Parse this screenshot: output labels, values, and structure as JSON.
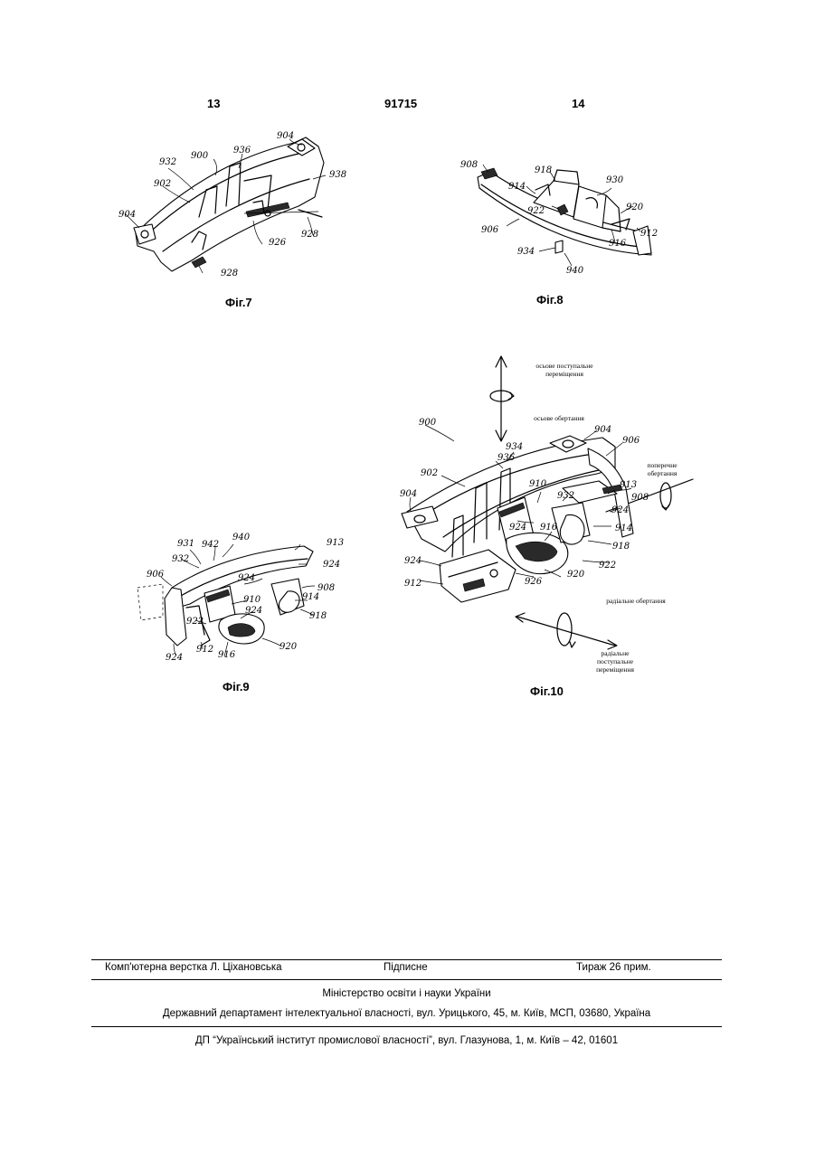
{
  "header": {
    "left_page": "13",
    "patent_number": "91715",
    "right_page": "14"
  },
  "figures": {
    "fig7": {
      "caption": "Фіг.7",
      "labels": [
        "904",
        "900",
        "936",
        "932",
        "902",
        "938",
        "904",
        "926",
        "928",
        "928"
      ]
    },
    "fig8": {
      "caption": "Фіг.8",
      "labels": [
        "908",
        "918",
        "930",
        "914",
        "922",
        "920",
        "906",
        "912",
        "916",
        "934",
        "940"
      ]
    },
    "fig9": {
      "caption": "Фіг.9",
      "labels": [
        "931",
        "942",
        "940",
        "913",
        "932",
        "924",
        "906",
        "924",
        "908",
        "910",
        "914",
        "924",
        "922",
        "918",
        "920",
        "924",
        "912",
        "916"
      ]
    },
    "fig10": {
      "caption": "Фіг.10",
      "labels": [
        "900",
        "904",
        "906",
        "936",
        "934",
        "902",
        "913",
        "910",
        "932",
        "908",
        "904",
        "924",
        "924",
        "914",
        "916",
        "918",
        "924",
        "922",
        "926",
        "920",
        "912"
      ],
      "annotations": {
        "axial_translation": "осьове поступальне переміщення",
        "axial_rotation": "осьове обертання",
        "transverse_rotation": "поперечне обертання",
        "radial_rotation": "радіальне обертання",
        "radial_translation": "радіальне поступальне переміщення"
      }
    }
  },
  "footer": {
    "layout": "Комп'ютерна верстка Л. Ціхановська",
    "signed": "Підписне",
    "circulation": "Тираж 26 прим.",
    "ministry": "Міністерство освіти і науки України",
    "department": "Державний департамент інтелектуальної власності, вул. Урицького, 45, м. Київ, МСП, 03680, Україна",
    "institute": "ДП “Український інститут промислової власності”, вул. Глазунова, 1, м. Київ – 42, 01601"
  }
}
